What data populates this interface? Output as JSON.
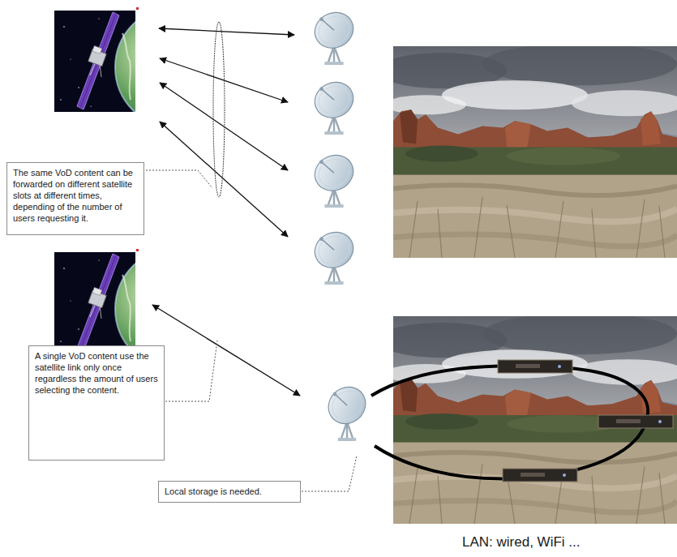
{
  "diagram": {
    "nodes": [
      {
        "text": [
          "The same VoD content can be forwarded on different satellite slots at different times, depending of the number of users requesting it."
        ]
      },
      {
        "text": [
          "A single VoD content use the satellite link only once regardless the amount of users selecting the content."
        ]
      },
      {
        "text": [
          "Local storage is needed."
        ]
      }
    ],
    "labels": [
      "LAN: wired, WiFi ..."
    ]
  }
}
